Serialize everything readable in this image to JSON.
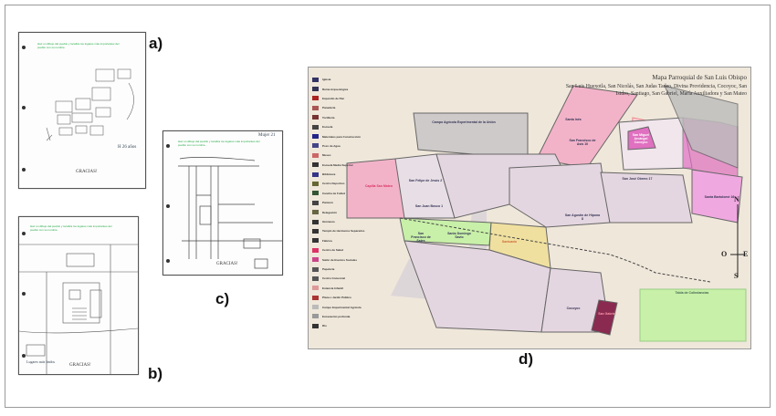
{
  "panels": {
    "a": {
      "label": "a)",
      "prompt": "Haz un dibujo del pueblo y localiza los lugares más importantes del pueblo con su nombre.",
      "thanks": "GRACIAS!",
      "note": "H 26 años"
    },
    "b": {
      "label": "b)",
      "prompt": "Haz un dibujo del pueblo y localiza los lugares más importantes del pueblo con su nombre.",
      "thanks": "GRACIAS!",
      "footnote": "Lugares más lindos"
    },
    "c": {
      "label": "c)",
      "prompt": "Haz un dibujo del pueblo y localiza los lugares más importantes del pueblo con su nombre.",
      "thanks": "GRACIAS!",
      "note": "Mujer 21"
    },
    "d": {
      "label": "d)"
    }
  },
  "map": {
    "title": "Mapa Parroquial de San Luis Obispo",
    "subtitle": "San Luis Huexotla, San Nicolás, San Judas Tadeo, Divina Providencia, Cocoyoc, San Isidro, Santiago, San Gabriel, María Auxiliadora y San Mateo",
    "legend": [
      "Iglesia",
      "Ruina Arqueológica",
      "Expendio de Pan",
      "Panadería",
      "Tortillería",
      "Escuela",
      "Materiales para Construcción",
      "Pozo de Agua",
      "Museo",
      "Escuela Media Superior",
      "Biblioteca",
      "Centro Deportivo",
      "Cancha de Futbol",
      "Panteón",
      "Delegación",
      "Gimnasio",
      "Templo de Hermanos Separados",
      "Fábrica",
      "Centro de Salud",
      "Salón de Eventos Sociales",
      "Papelería",
      "Centro Comercial",
      "Estancia Infantil",
      "Plaza o Jardín Público",
      "Campo Experimental Agrícola",
      "Excavación profunda",
      "Río"
    ],
    "regions": {
      "felipe": "San Felipe de Jesús 2",
      "bosco": "San Juan Bosco 1",
      "agustin": "San Agustín de Hipona 8",
      "ines": "Santa Inés",
      "jose": "San José Obrero 17",
      "bartolome": "Santa Bartolomé 16",
      "miguel": "San Miguel Arcángel Cocoyoc",
      "gabriel": "San Gabriel",
      "cocoyoc": "Cocoyoc",
      "mateo": "Capilla San Mateo",
      "sales": "San Francisco de Sales",
      "savio": "Santo Domingo Savio",
      "santuario": "Santuario",
      "campo": "Campo Agrícola Experimental de la Unión",
      "francisco": "San Francisco de Asís 10"
    },
    "compass": {
      "n": "N",
      "s": "S",
      "w": "O",
      "e": "E"
    },
    "table_title": "Tabla de Colindancias",
    "colors": {
      "pink": "#f2b3c8",
      "magenta": "#e070c0",
      "wine": "#8a2a50",
      "green": "#c8f0a8",
      "yellow": "#f0e0a0",
      "lilac": "#e4d6e0"
    }
  }
}
